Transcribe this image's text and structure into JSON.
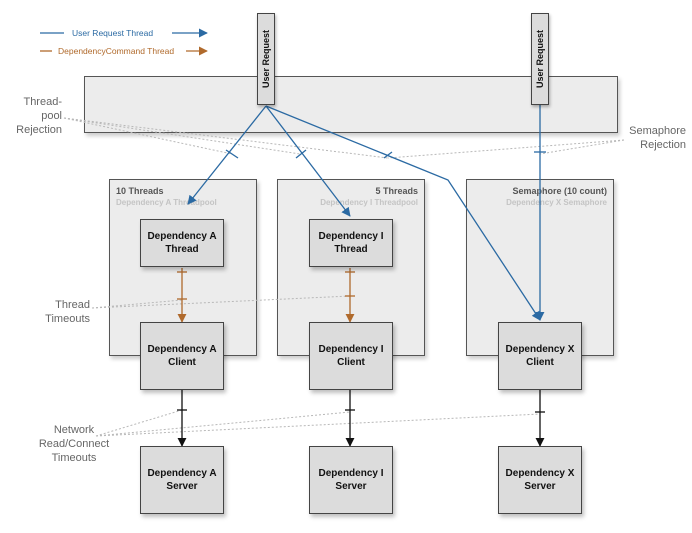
{
  "legend": {
    "user_request_thread": "User Request Thread",
    "dependency_command_thread": "DependencyCommand Thread"
  },
  "colors": {
    "user_thread": "#2b6aa3",
    "command_thread": "#b06a2c",
    "network": "#111111",
    "dotted": "#b8b8b8"
  },
  "user_request_label": "User Request",
  "pools": {
    "a": {
      "title": "10 Threads",
      "subtitle": "Dependency A Threadpool"
    },
    "i": {
      "title": "5 Threads",
      "subtitle": "Dependency I Threadpool"
    },
    "x": {
      "title": "Semaphore (10 count)",
      "subtitle": "Dependency X Semaphore"
    }
  },
  "boxes": {
    "a_thread": "Dependency A\nThread",
    "i_thread": "Dependency I\nThread",
    "a_client": "Dependency A\nClient",
    "i_client": "Dependency I\nClient",
    "x_client": "Dependency X\nClient",
    "a_server": "Dependency A\nServer",
    "i_server": "Dependency I\nServer",
    "x_server": "Dependency X\nServer"
  },
  "notes": {
    "threadpool_rejection": "Thread-pool\nRejection",
    "semaphore_rejection": "Semaphore\nRejection",
    "thread_timeouts": "Thread\nTimeouts",
    "network_timeouts": "Network\nRead/Connect\nTimeouts"
  }
}
